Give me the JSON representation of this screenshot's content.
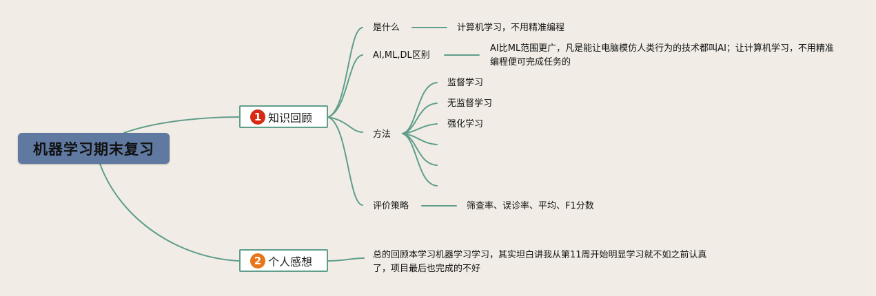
{
  "root": {
    "title": "机器学习期末复习"
  },
  "topics": [
    {
      "number": "1",
      "label": "知识回顾",
      "badge_color": "#d62a14"
    },
    {
      "number": "2",
      "label": "个人感想",
      "badge_color": "#e8751a"
    }
  ],
  "knowledge": {
    "what": {
      "label": "是什么",
      "detail": "计算机学习，不用精准编程"
    },
    "diff": {
      "label": "AI,ML,DL区别",
      "detail": "AI比ML范围更广，凡是能让电脑模仿人类行为的技术都叫AI；让计算机学习，不用精准编程便可完成任务的"
    },
    "methods": {
      "label": "方法",
      "items": [
        "监督学习",
        "无监督学习",
        "强化学习",
        "",
        "",
        ""
      ]
    },
    "eval": {
      "label": "评价策略",
      "detail": "筛查率、误诊率、平均、F1分数"
    }
  },
  "reflection": {
    "detail": "总的回顾本学习机器学习学习，其实坦白讲我从第11周开始明显学习就不如之前认真了，项目最后也完成的不好"
  },
  "colors": {
    "background": "#f1ede6",
    "branch": "#5f9d8c",
    "root": "#5f79a1"
  }
}
